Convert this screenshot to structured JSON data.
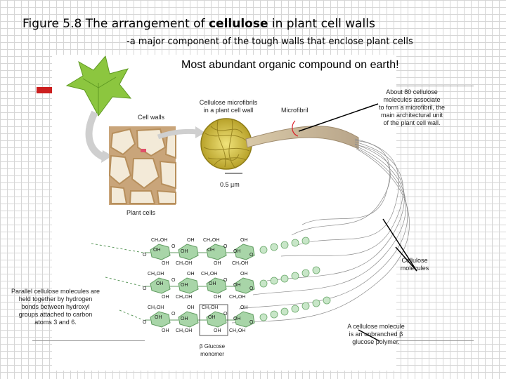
{
  "figure": {
    "title_prefix": "Figure 5.8 The arrangement of ",
    "title_bold": "cellulose",
    "title_suffix": " in plant cell walls",
    "subtitle": "-a major component of the tough walls that enclose plant cells",
    "headline": "Most abundant organic compound on earth!"
  },
  "labels": {
    "cell_walls": "Cell walls",
    "microfibrils": [
      "Cellulose microfibrils",
      "in a plant cell wall"
    ],
    "microfibril": "Microfibril",
    "about80": [
      "About 80 cellulose",
      "molecules associate",
      "to form a microfibril, the",
      "main architectural unit",
      "of the plant cell wall."
    ],
    "scale": "0.5 µm",
    "plant_cells": "Plant cells",
    "parallel": [
      "Parallel cellulose molecules are",
      "held together by hydrogen",
      "bonds between hydroxyl",
      "groups attached to carbon",
      "atoms 3 and 6."
    ],
    "cellulose_molecules": [
      "Cellulose",
      "molecules"
    ],
    "unbranched": [
      "A cellulose molecule",
      "is an unbranched β",
      "glucose polymer."
    ],
    "monomer": [
      "β Glucose",
      "monomer"
    ]
  },
  "chem": {
    "ch2oh": "CH₂OH",
    "oh": "OH",
    "o": "O"
  },
  "colors": {
    "accent_red": "#cc1f1f",
    "leaf_green": "#8cc63f",
    "fibril_yellow": "#d9c33a",
    "molecule_green": "#9ccc9c",
    "cell_tan": "#d9b98a"
  }
}
